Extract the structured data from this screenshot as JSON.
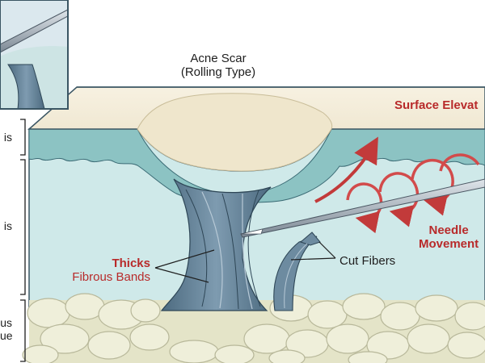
{
  "labels": {
    "scar_title_line1": "Acne Scar",
    "scar_title_line2": "(Rolling Type)",
    "surface": "Surface Elevat",
    "needle_line1": "Needle",
    "needle_line2": "Movement",
    "cut_fibers": "Cut Fibers",
    "thicks": "Thicks",
    "fibrous_bands": "Fibrous Bands",
    "side_epidermis": "is",
    "side_dermis": "is",
    "side_subcut_line1": "us",
    "side_subcut_line2": "ue"
  },
  "colors": {
    "epidermis": "#f3ecd8",
    "dermis_band": "#8cc3c3",
    "dermis": "#cfe9e9",
    "fat": "#eeeed8",
    "fiber": "#5d7d92",
    "accent": "#c23a3a",
    "needle": "#9aa6b2"
  }
}
